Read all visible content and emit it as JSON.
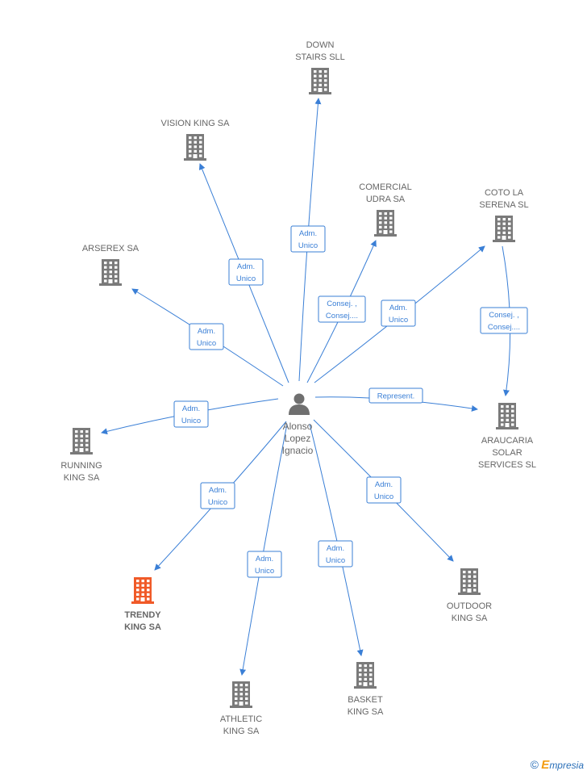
{
  "center": {
    "name_lines": [
      "Alonso",
      "Lopez",
      "Ignacio"
    ],
    "icon": "person-icon"
  },
  "companies": [
    {
      "key": "down-stairs-sll",
      "lines": [
        "DOWN",
        "STAIRS SLL"
      ],
      "icon": "building-icon",
      "highlight": false
    },
    {
      "key": "vision-king-sa",
      "lines": [
        "VISION KING SA"
      ],
      "icon": "building-icon",
      "highlight": false
    },
    {
      "key": "comercial-udra-sa",
      "lines": [
        "COMERCIAL",
        "UDRA SA"
      ],
      "icon": "building-icon",
      "highlight": false
    },
    {
      "key": "coto-la-serena-sl",
      "lines": [
        "COTO LA",
        "SERENA SL"
      ],
      "icon": "building-icon",
      "highlight": false
    },
    {
      "key": "arserex-sa",
      "lines": [
        "ARSEREX SA"
      ],
      "icon": "building-icon",
      "highlight": false
    },
    {
      "key": "araucaria-solar-services-sl",
      "lines": [
        "ARAUCARIA",
        "SOLAR",
        "SERVICES SL"
      ],
      "icon": "building-icon",
      "highlight": false
    },
    {
      "key": "running-king-sa",
      "lines": [
        "RUNNING",
        "KING SA"
      ],
      "icon": "building-icon",
      "highlight": false
    },
    {
      "key": "trendy-king-sa",
      "lines": [
        "TRENDY",
        "KING SA"
      ],
      "icon": "building-icon",
      "highlight": true
    },
    {
      "key": "outdoor-king-sa",
      "lines": [
        "OUTDOOR",
        "KING SA"
      ],
      "icon": "building-icon",
      "highlight": false
    },
    {
      "key": "athletic-king-sa",
      "lines": [
        "ATHLETIC",
        "KING SA"
      ],
      "icon": "building-icon",
      "highlight": false
    },
    {
      "key": "basket-king-sa",
      "lines": [
        "BASKET",
        "KING SA"
      ],
      "icon": "building-icon",
      "highlight": false
    }
  ],
  "relations": [
    {
      "from": "center",
      "to": "down-stairs-sll",
      "lines": [
        "Adm.",
        "Unico"
      ]
    },
    {
      "from": "center",
      "to": "vision-king-sa",
      "lines": [
        "Adm.",
        "Unico"
      ]
    },
    {
      "from": "center",
      "to": "comercial-udra-sa",
      "lines": [
        "Consej. ,",
        "Consej...."
      ]
    },
    {
      "from": "center",
      "to": "coto-la-serena-sl",
      "lines": [
        "Adm.",
        "Unico"
      ]
    },
    {
      "from": "coto-la-serena-sl",
      "to": "araucaria-solar-services-sl",
      "lines": [
        "Consej. ,",
        "Consej...."
      ]
    },
    {
      "from": "center",
      "to": "arserex-sa",
      "lines": [
        "Adm.",
        "Unico"
      ]
    },
    {
      "from": "center",
      "to": "araucaria-solar-services-sl",
      "lines": [
        "Represent."
      ]
    },
    {
      "from": "center",
      "to": "running-king-sa",
      "lines": [
        "Adm.",
        "Unico"
      ]
    },
    {
      "from": "center",
      "to": "trendy-king-sa",
      "lines": [
        "Adm.",
        "Unico"
      ]
    },
    {
      "from": "center",
      "to": "outdoor-king-sa",
      "lines": [
        "Adm.",
        "Unico"
      ]
    },
    {
      "from": "center",
      "to": "athletic-king-sa",
      "lines": [
        "Adm.",
        "Unico"
      ]
    },
    {
      "from": "center",
      "to": "basket-king-sa",
      "lines": [
        "Adm.",
        "Unico"
      ]
    }
  ],
  "colors": {
    "edge": "#3a7fd6",
    "building": "#7a7a7a",
    "highlight": "#f05a28",
    "person": "#6f6f6f"
  },
  "footer": {
    "copyright": "©",
    "brand_first": "E",
    "brand_rest": "mpresia"
  }
}
